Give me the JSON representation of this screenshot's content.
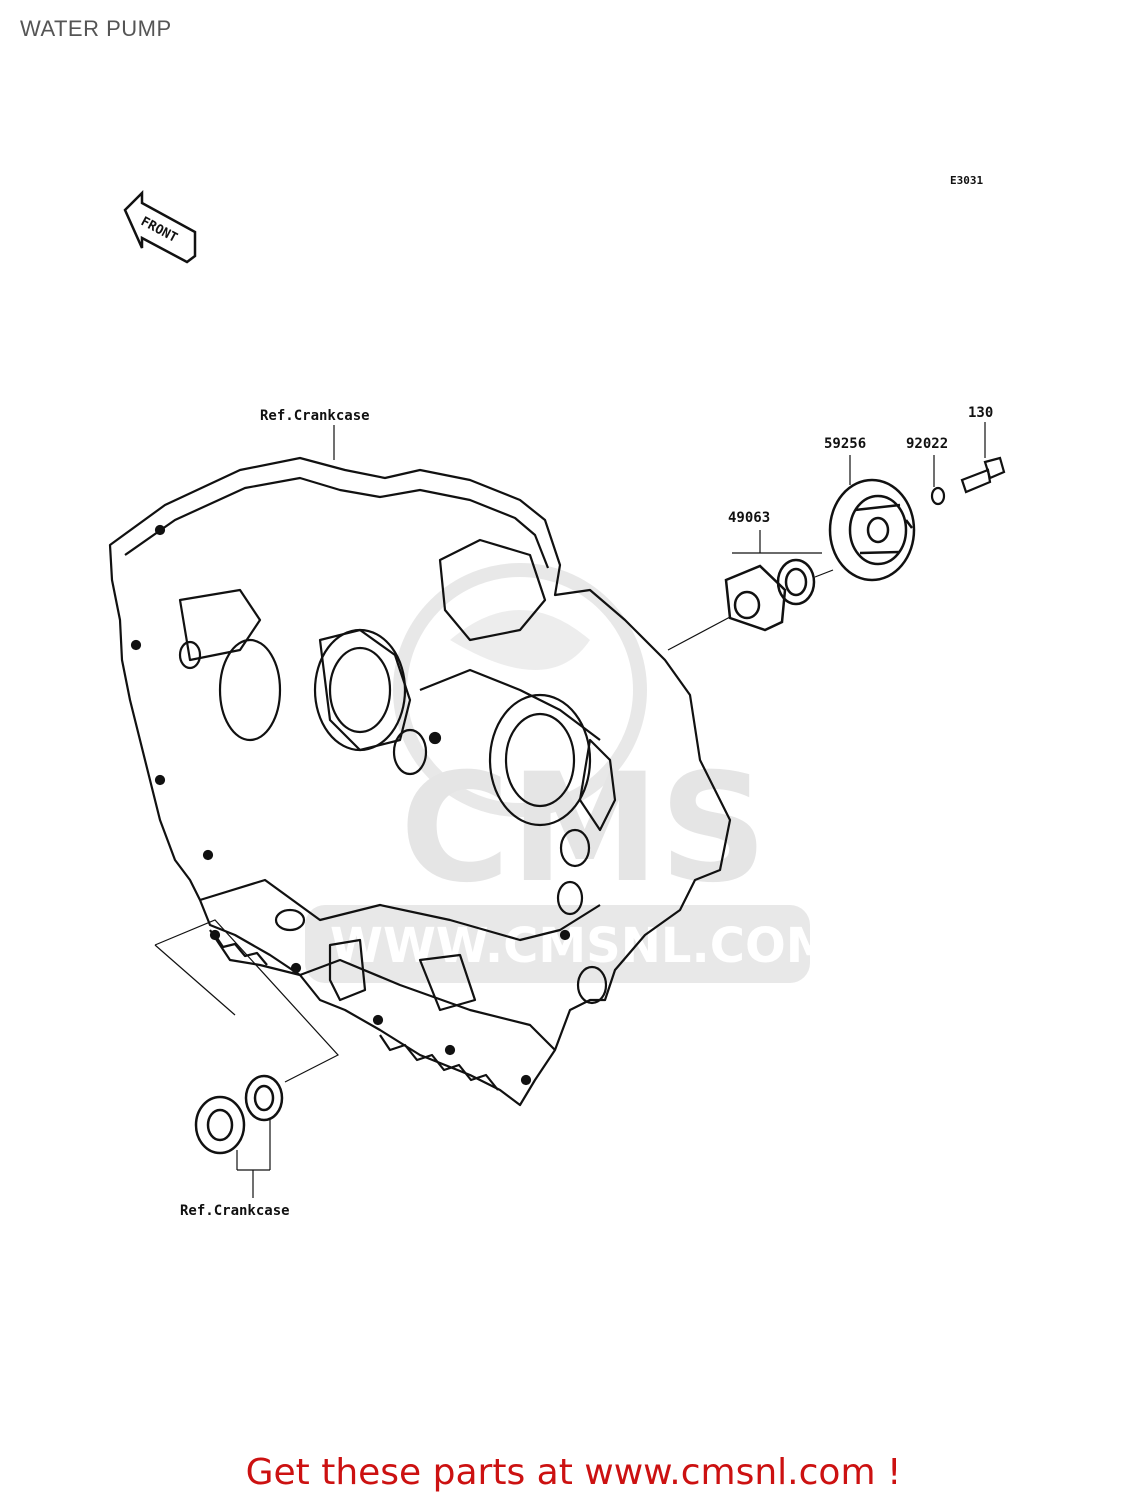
{
  "header": {
    "title": "WATER PUMP"
  },
  "diagram": {
    "code": "E3031",
    "front_label": "FRONT",
    "callouts": {
      "ref_crankcase_top": "Ref.Crankcase",
      "ref_crankcase_bottom": "Ref.Crankcase",
      "part_130": "130",
      "part_59256": "59256",
      "part_92022": "92022",
      "part_49063": "49063"
    },
    "watermark": {
      "brand": "CMS",
      "url": "WWW.CMSNL.COM"
    }
  },
  "footer": {
    "promo": "Get these parts at www.cmsnl.com !"
  },
  "colors": {
    "promo_red": "#cc1111",
    "line": "#111111",
    "watermark_gray": "#e3e3e3"
  }
}
